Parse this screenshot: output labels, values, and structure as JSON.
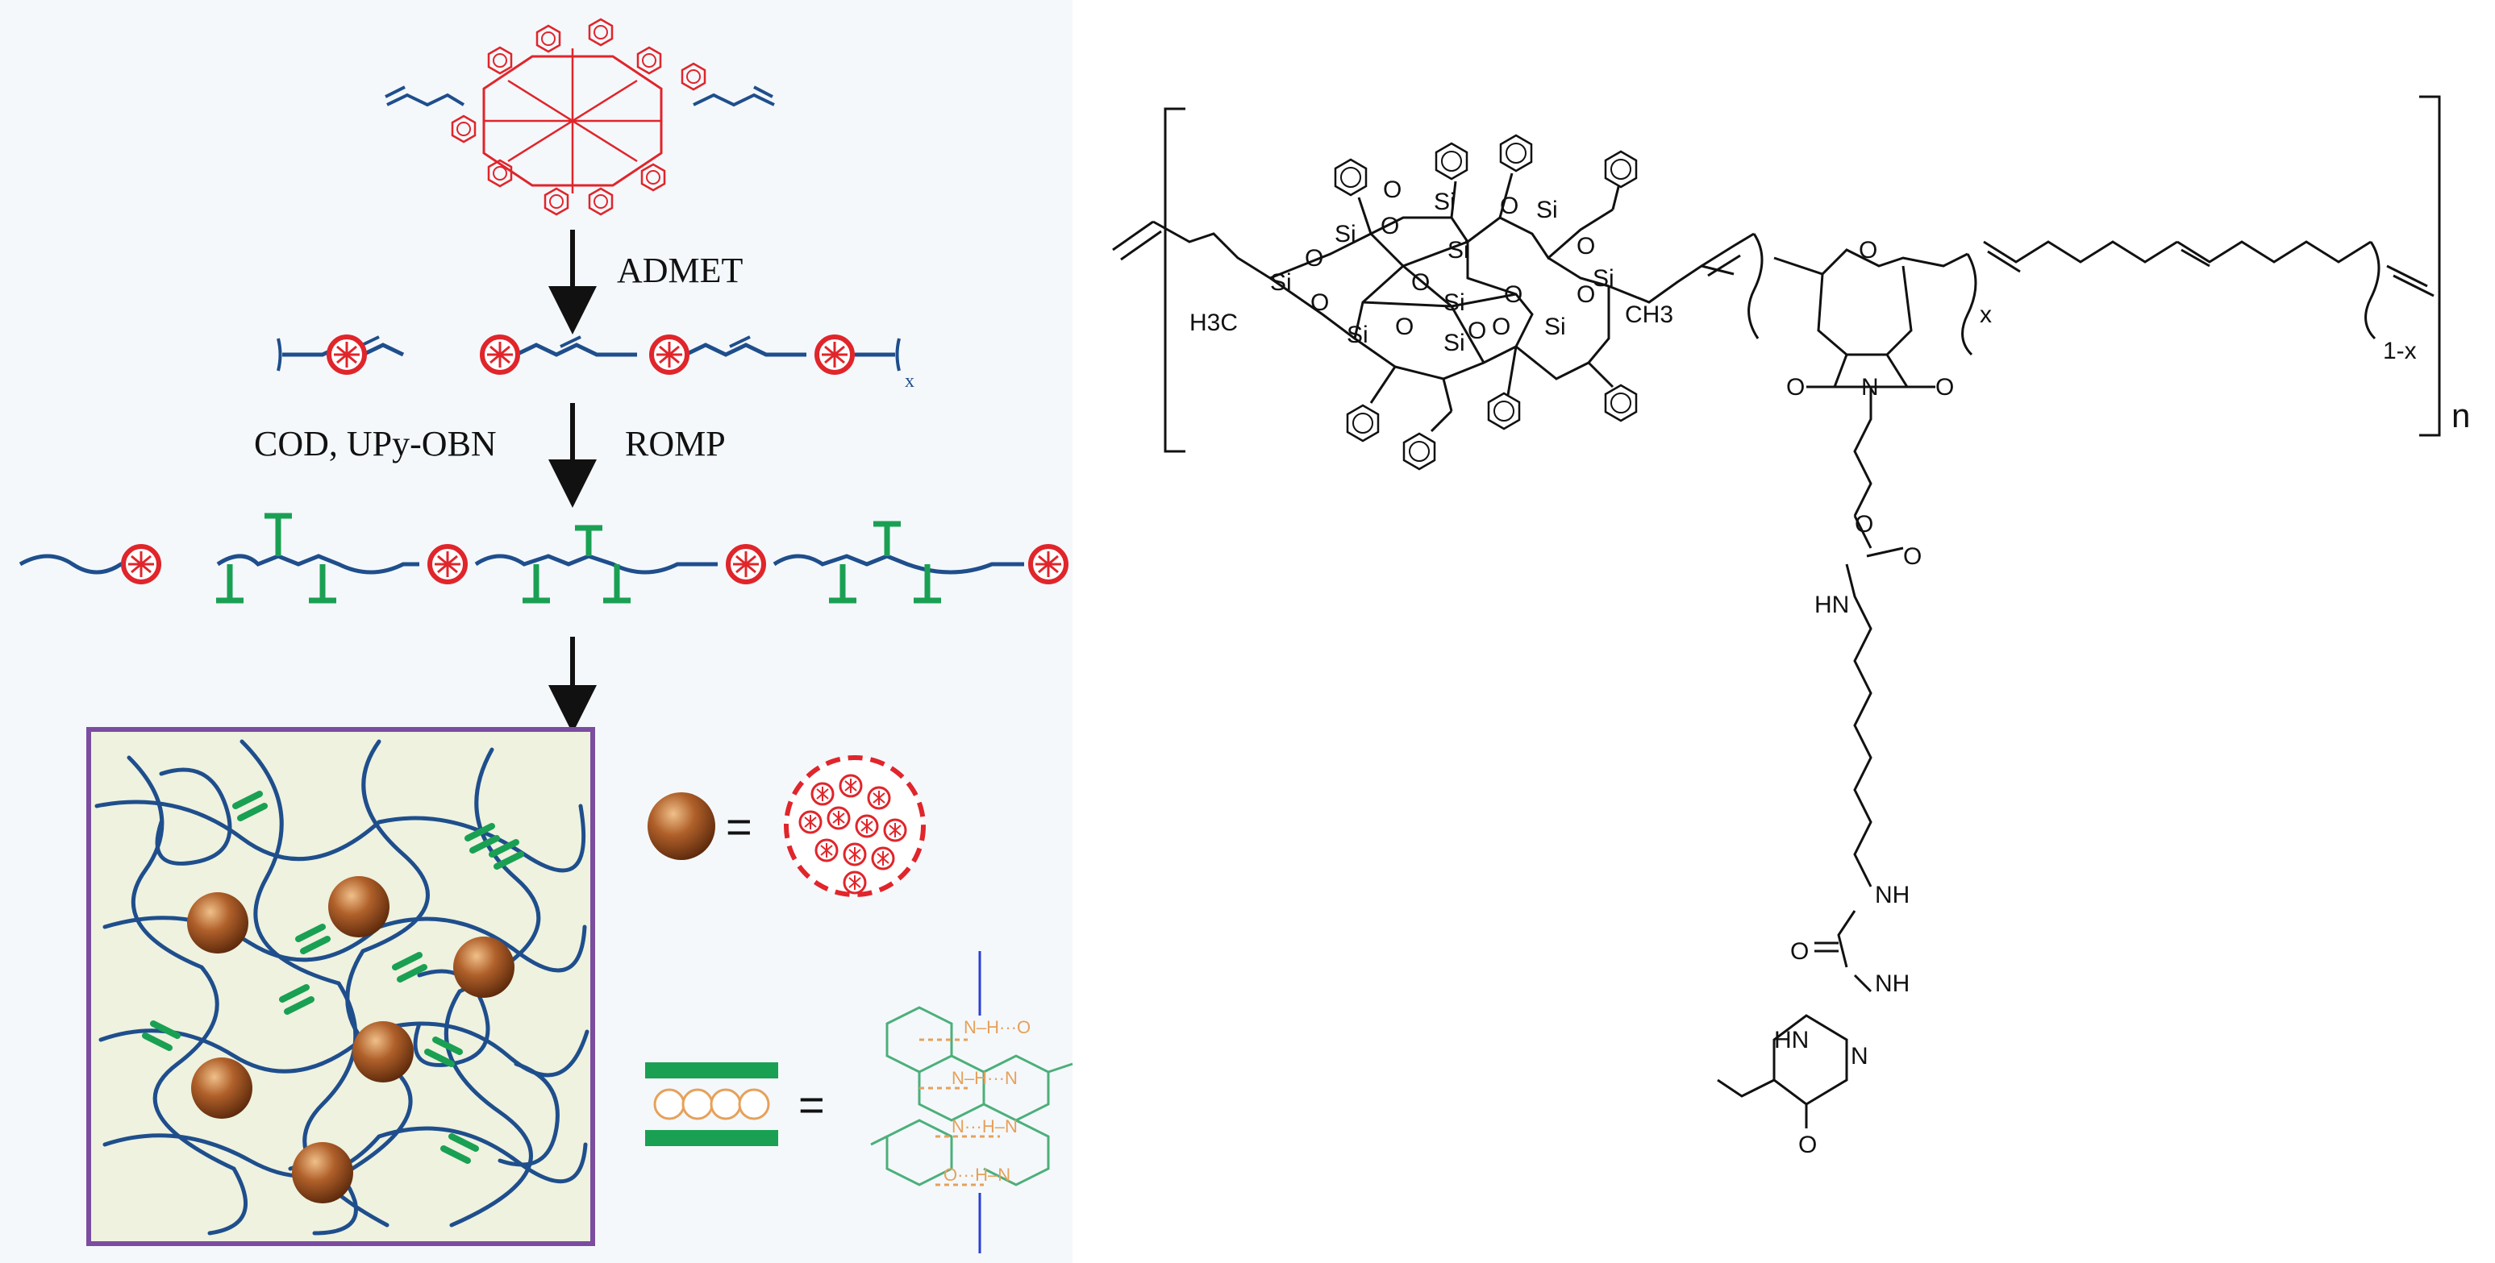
{
  "scheme": {
    "step1_label": "ADMET",
    "step2_label_left": "COD, UPy-OBN",
    "step2_label_right": "ROMP",
    "polymer_subscript": "x",
    "equals": "="
  },
  "structure": {
    "si_atom": "Si",
    "o_atom": "O",
    "methyl_left": "H3C",
    "methyl_right": "CH3",
    "repeat_x": "x",
    "repeat_1x": "1-x",
    "repeat_n": "n",
    "nh_label": "HN",
    "nh_label2": "NH",
    "n_label": "N",
    "o_carbonyl": "O"
  },
  "colors": {
    "chain_blue": "#1f4e8c",
    "poss_red": "#e0252b",
    "upy_green": "#1aa053",
    "bead_brown": "#a0521e",
    "network_bg": "#eef2df",
    "network_border": "#7b4ca0",
    "panel_bg": "#f4f8fb"
  }
}
